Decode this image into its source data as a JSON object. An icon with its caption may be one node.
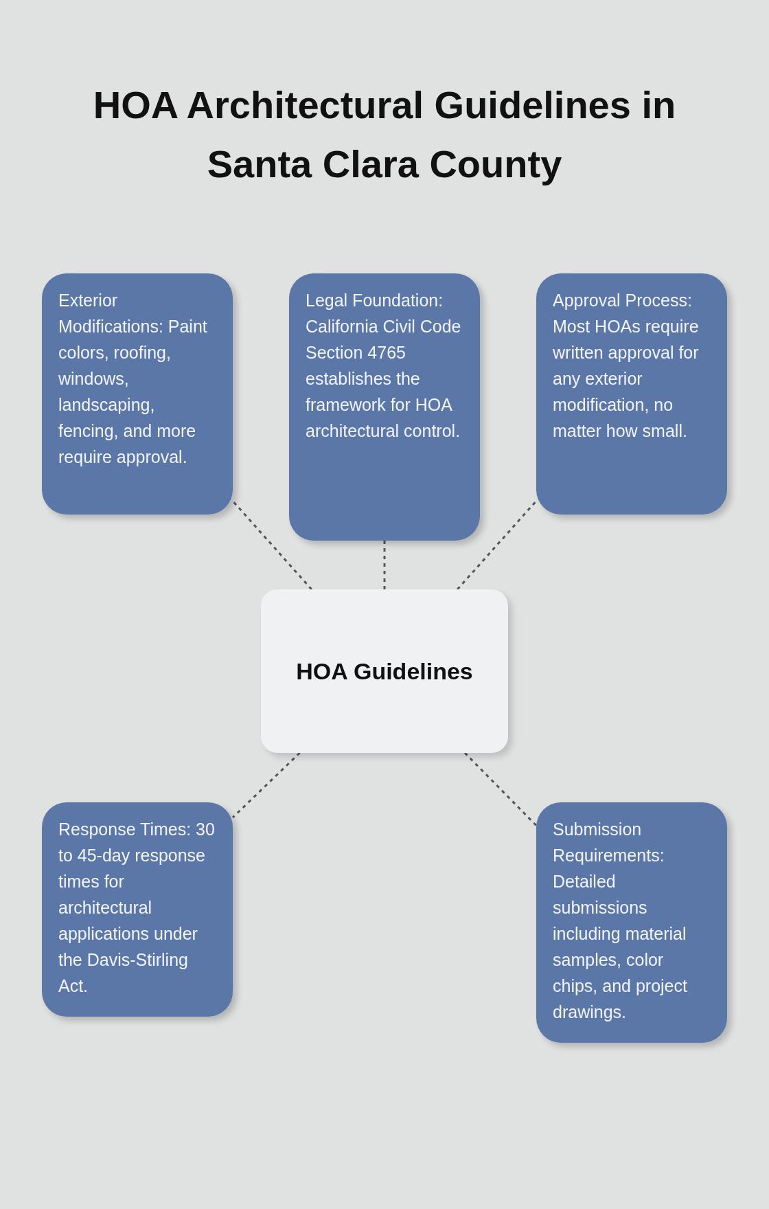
{
  "diagram": {
    "title": "HOA Architectural Guidelines in Santa Clara County",
    "nodes": [
      {
        "text": [
          "Exterior Modifications: Paint colors, roofing, windows, landscaping, fencing, and more require approval."
        ]
      },
      {
        "text": [
          "Legal Foundation: California Civil Code Section 4765 establishes the framework for HOA architectural control."
        ]
      },
      {
        "text": [
          "Approval Process: Most HOAs require written approval for any exterior modification, no matter how small."
        ]
      },
      {
        "text": [
          "HOA Guidelines"
        ]
      },
      {
        "text": [
          "Response Times: 30 to 45-day response times for architectural applications under the Davis-Stirling Act."
        ]
      },
      {
        "text": [
          "Submission Requirements: Detailed submissions including material samples, color chips, and project drawings."
        ]
      }
    ],
    "edges": [
      {
        "from": 3,
        "to": 0,
        "arrow": "none",
        "style": "dashed"
      },
      {
        "from": 3,
        "to": 1,
        "arrow": "none",
        "style": "dashed"
      },
      {
        "from": 3,
        "to": 2,
        "arrow": "none",
        "style": "dashed"
      },
      {
        "from": 3,
        "to": 4,
        "arrow": "none",
        "style": "dashed"
      },
      {
        "from": 3,
        "to": 5,
        "arrow": "none",
        "style": "dashed"
      }
    ]
  }
}
